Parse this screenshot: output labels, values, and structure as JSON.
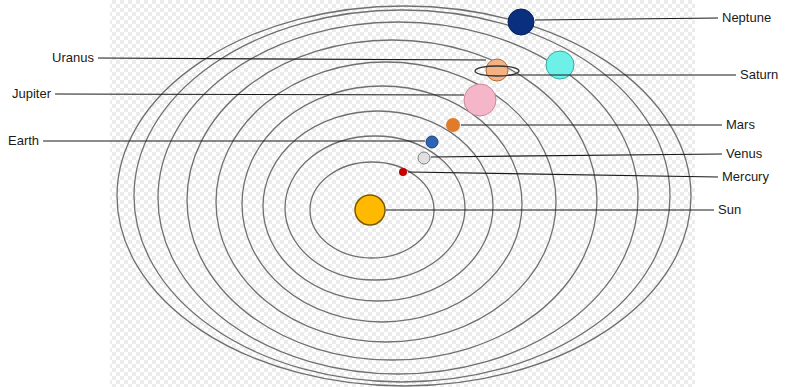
{
  "diagram": {
    "labels": [
      "Neptune",
      "Uranus",
      "Saturn",
      "Jupiter",
      "Mars",
      "Earth",
      "Venus",
      "Mercury",
      "Sun"
    ]
  }
}
